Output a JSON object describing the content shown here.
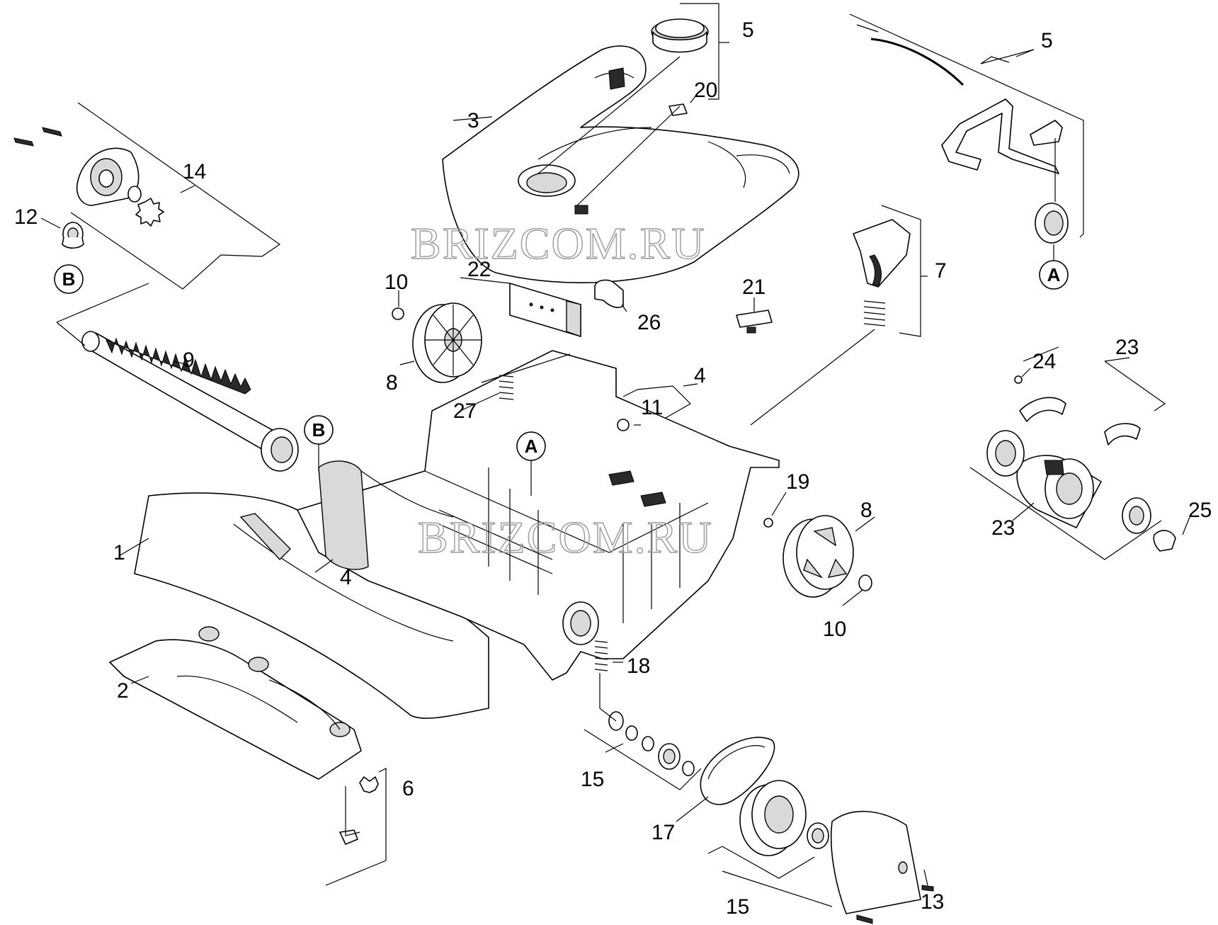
{
  "watermarks": [
    "BRIZCOM.RU",
    "BRIZCOM.RU"
  ],
  "callout_labels": [
    {
      "key": "p1",
      "text": "1"
    },
    {
      "key": "p2",
      "text": "2"
    },
    {
      "key": "p3",
      "text": "3"
    },
    {
      "key": "p4a",
      "text": "4"
    },
    {
      "key": "p4b",
      "text": "4"
    },
    {
      "key": "p5a",
      "text": "5"
    },
    {
      "key": "p5b",
      "text": "5"
    },
    {
      "key": "p6",
      "text": "6"
    },
    {
      "key": "p7",
      "text": "7"
    },
    {
      "key": "p8a",
      "text": "8"
    },
    {
      "key": "p8b",
      "text": "8"
    },
    {
      "key": "p9",
      "text": "9"
    },
    {
      "key": "p10a",
      "text": "10"
    },
    {
      "key": "p10b",
      "text": "10"
    },
    {
      "key": "p11",
      "text": "11"
    },
    {
      "key": "p12",
      "text": "12"
    },
    {
      "key": "p13",
      "text": "13"
    },
    {
      "key": "p14",
      "text": "14"
    },
    {
      "key": "p15a",
      "text": "15"
    },
    {
      "key": "p15b",
      "text": "15"
    },
    {
      "key": "p17",
      "text": "17"
    },
    {
      "key": "p18",
      "text": "18"
    },
    {
      "key": "p19",
      "text": "19"
    },
    {
      "key": "p20",
      "text": "20"
    },
    {
      "key": "p21",
      "text": "21"
    },
    {
      "key": "p22",
      "text": "22"
    },
    {
      "key": "p23a",
      "text": "23"
    },
    {
      "key": "p23b",
      "text": "23"
    },
    {
      "key": "p24",
      "text": "24"
    },
    {
      "key": "p25",
      "text": "25"
    },
    {
      "key": "p26",
      "text": "26"
    },
    {
      "key": "p27",
      "text": "27"
    }
  ],
  "connection_marks": {
    "a_top": "A",
    "a_chassis": "A",
    "b_left": "B",
    "b_brush": "B"
  }
}
